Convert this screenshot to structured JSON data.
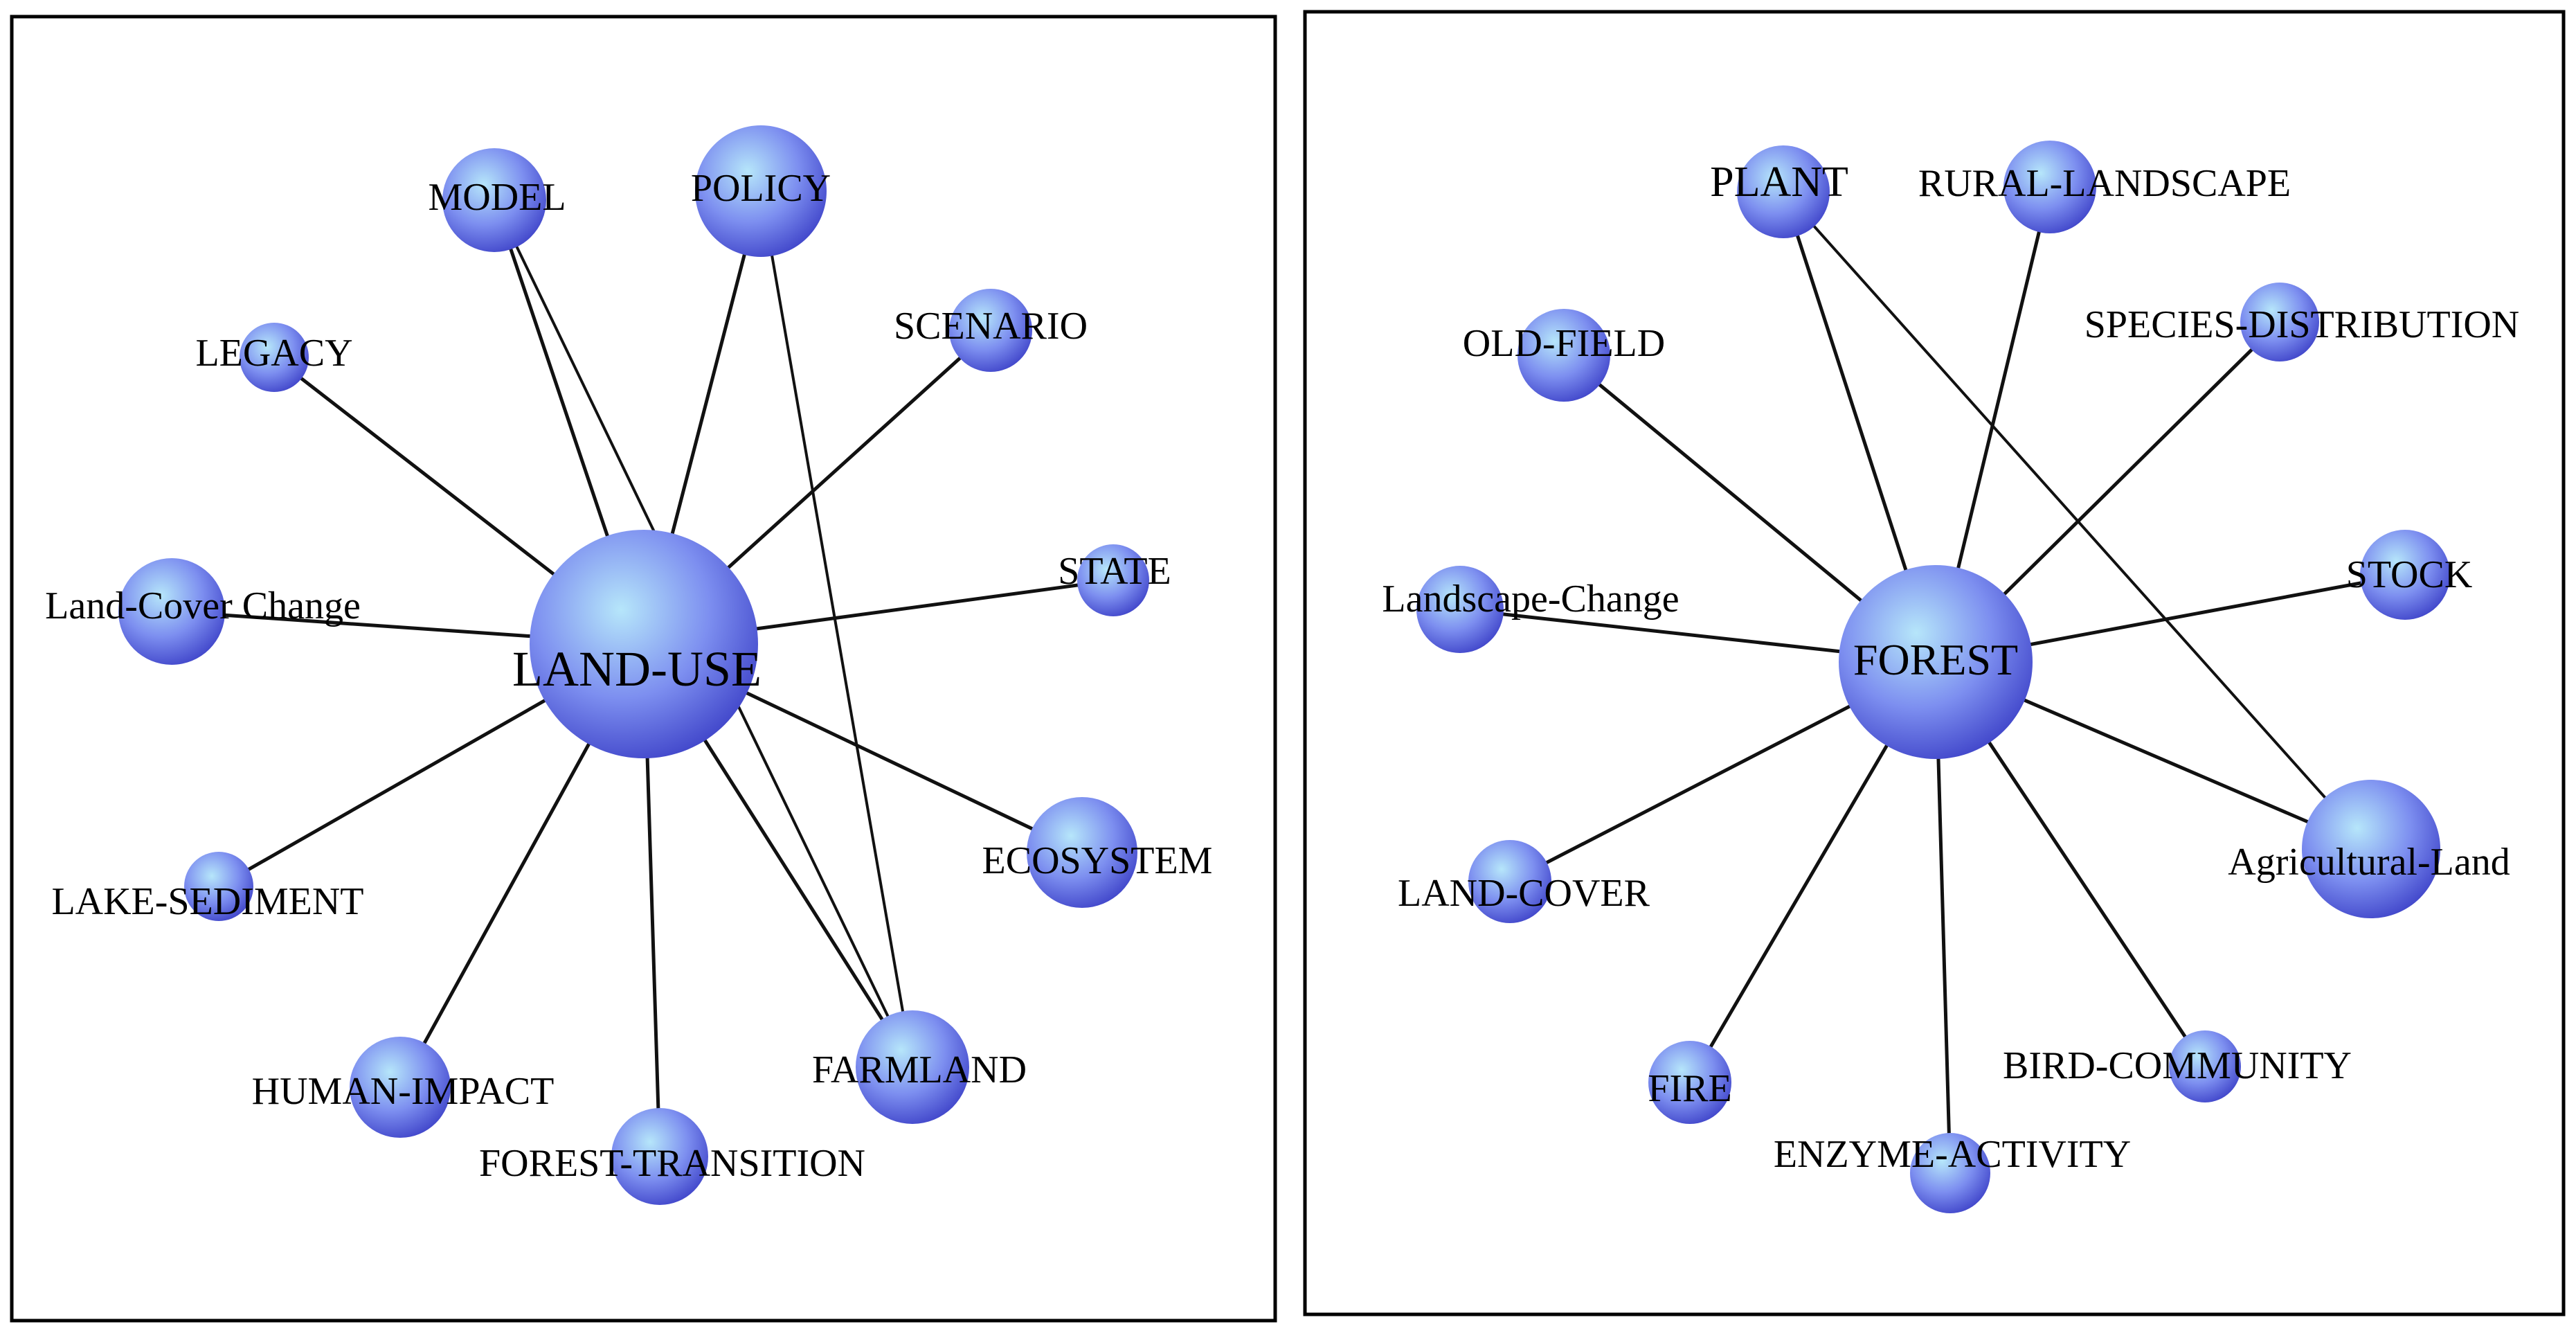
{
  "colors": {
    "node_light": "#b6e6fa",
    "node_mid": "#7d8ff0",
    "node_dark": "#3f44c9",
    "edge": "#111111",
    "border": "#000000"
  },
  "networks": [
    {
      "id": "land-use",
      "center": "LAND-USE",
      "nodes": [
        {
          "id": "land-use",
          "label": "LAND-USE"
        },
        {
          "id": "model",
          "label": "MODEL"
        },
        {
          "id": "policy",
          "label": "POLICY"
        },
        {
          "id": "legacy",
          "label": "LEGACY"
        },
        {
          "id": "scenario",
          "label": "SCENARIO"
        },
        {
          "id": "state",
          "label": "STATE"
        },
        {
          "id": "land-cover-change",
          "label": "Land-Cover Change"
        },
        {
          "id": "ecosystem",
          "label": "ECOSYSTEM"
        },
        {
          "id": "lake-sediment",
          "label": "LAKE-SEDIMENT"
        },
        {
          "id": "human-impact",
          "label": "HUMAN-IMPACT"
        },
        {
          "id": "forest-transition",
          "label": "FOREST-TRANSITION"
        },
        {
          "id": "farmland",
          "label": "FARMLAND"
        }
      ],
      "edges": [
        [
          "land-use",
          "model"
        ],
        [
          "land-use",
          "policy"
        ],
        [
          "land-use",
          "legacy"
        ],
        [
          "land-use",
          "scenario"
        ],
        [
          "land-use",
          "state"
        ],
        [
          "land-use",
          "land-cover-change"
        ],
        [
          "land-use",
          "ecosystem"
        ],
        [
          "land-use",
          "lake-sediment"
        ],
        [
          "land-use",
          "human-impact"
        ],
        [
          "land-use",
          "forest-transition"
        ],
        [
          "land-use",
          "farmland"
        ],
        [
          "model",
          "farmland"
        ],
        [
          "policy",
          "farmland"
        ]
      ]
    },
    {
      "id": "forest",
      "center": "FOREST",
      "nodes": [
        {
          "id": "forest",
          "label": "FOREST"
        },
        {
          "id": "plant",
          "label": "PLANT"
        },
        {
          "id": "rural-landscape",
          "label": "RURAL-LANDSCAPE"
        },
        {
          "id": "old-field",
          "label": "OLD-FIELD"
        },
        {
          "id": "species-distribution",
          "label": "SPECIES-DISTRIBUTION"
        },
        {
          "id": "landscape-change",
          "label": "Landscape-Change"
        },
        {
          "id": "stock",
          "label": "STOCK"
        },
        {
          "id": "agricultural-land",
          "label": "Agricultural-Land"
        },
        {
          "id": "land-cover",
          "label": "LAND-COVER"
        },
        {
          "id": "fire",
          "label": "FIRE"
        },
        {
          "id": "enzyme-activity",
          "label": "ENZYME-ACTIVITY"
        },
        {
          "id": "bird-community",
          "label": "BIRD-COMMUNITY"
        }
      ],
      "edges": [
        [
          "forest",
          "plant"
        ],
        [
          "forest",
          "rural-landscape"
        ],
        [
          "forest",
          "old-field"
        ],
        [
          "forest",
          "species-distribution"
        ],
        [
          "forest",
          "landscape-change"
        ],
        [
          "forest",
          "stock"
        ],
        [
          "forest",
          "agricultural-land"
        ],
        [
          "forest",
          "land-cover"
        ],
        [
          "forest",
          "fire"
        ],
        [
          "forest",
          "enzyme-activity"
        ],
        [
          "forest",
          "bird-community"
        ],
        [
          "plant",
          "agricultural-land"
        ]
      ]
    }
  ]
}
